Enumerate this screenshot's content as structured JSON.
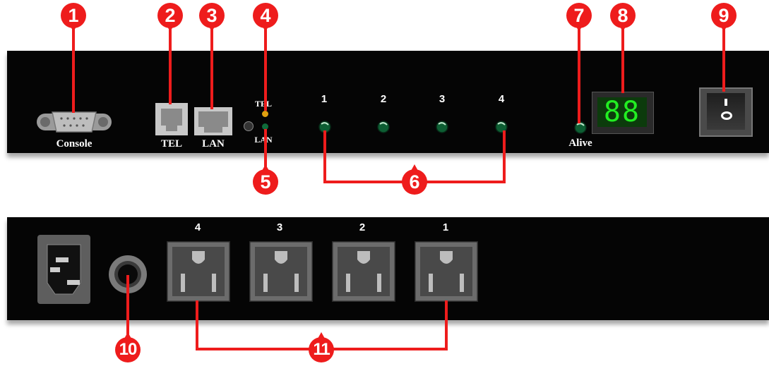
{
  "front_panel": {
    "console_label": "Console",
    "tel_port_label": "TEL",
    "lan_port_label": "LAN",
    "tel_led_label": "TEL",
    "lan_led_label": "LAN",
    "outlet_leds": [
      "1",
      "2",
      "3",
      "4"
    ],
    "alive_label": "Alive",
    "display_value": "88"
  },
  "rear_panel": {
    "outlet_labels": [
      "4",
      "3",
      "2",
      "1"
    ]
  },
  "callouts": [
    "1",
    "2",
    "3",
    "4",
    "5",
    "6",
    "7",
    "8",
    "9",
    "10",
    "11"
  ],
  "colors": {
    "callout": "#ee1c1c",
    "panel": "#050505",
    "display_green": "#22ee22",
    "led_green": "#0f6b3a",
    "tel_led": "#e0a010"
  }
}
